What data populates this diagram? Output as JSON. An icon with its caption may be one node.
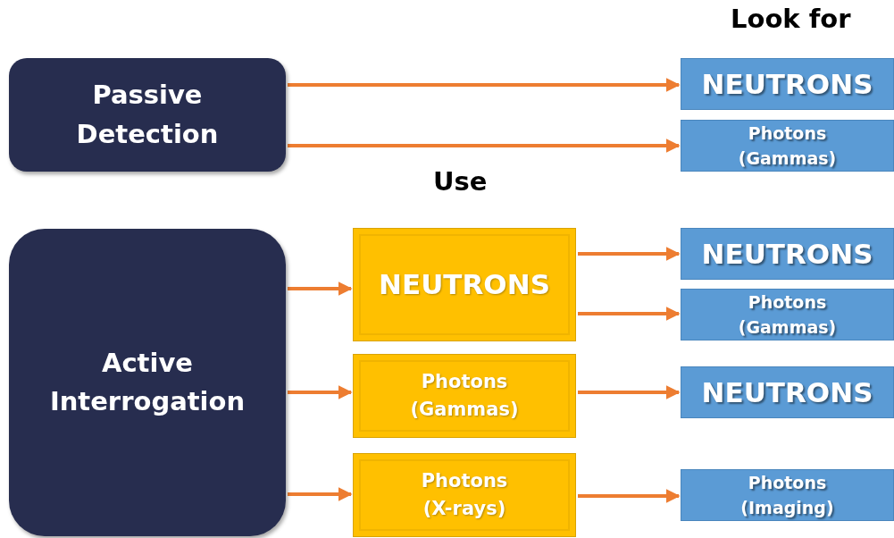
{
  "diagram": {
    "nodes": [
      {
        "text": [
          "Passive Detection"
        ]
      },
      {
        "text": [
          "NEUTRONS"
        ]
      },
      {
        "text": [
          "Photons (Gammas)"
        ]
      },
      {
        "text": [
          "Active Interrogation"
        ]
      },
      {
        "text": [
          "NEUTRONS"
        ]
      },
      {
        "text": [
          "Photons (Gammas)"
        ]
      },
      {
        "text": [
          "Photons (X-rays)"
        ]
      },
      {
        "text": [
          "NEUTRONS"
        ]
      },
      {
        "text": [
          "Photons (Gammas)"
        ]
      },
      {
        "text": [
          "NEUTRONS"
        ]
      },
      {
        "text": [
          "Photons (Imaging)"
        ]
      }
    ],
    "edges": [
      {
        "from": 0,
        "to": 1,
        "arrow": "to"
      },
      {
        "from": 0,
        "to": 2,
        "arrow": "to"
      },
      {
        "from": 3,
        "to": 4,
        "arrow": "to"
      },
      {
        "from": 3,
        "to": 5,
        "arrow": "to"
      },
      {
        "from": 3,
        "to": 6,
        "arrow": "to"
      },
      {
        "from": 4,
        "to": 7,
        "arrow": "to"
      },
      {
        "from": 4,
        "to": 8,
        "arrow": "to"
      },
      {
        "from": 5,
        "to": 9,
        "arrow": "to"
      },
      {
        "from": 6,
        "to": 10,
        "arrow": "to"
      }
    ],
    "labels": [
      "Look for",
      "Use"
    ]
  }
}
